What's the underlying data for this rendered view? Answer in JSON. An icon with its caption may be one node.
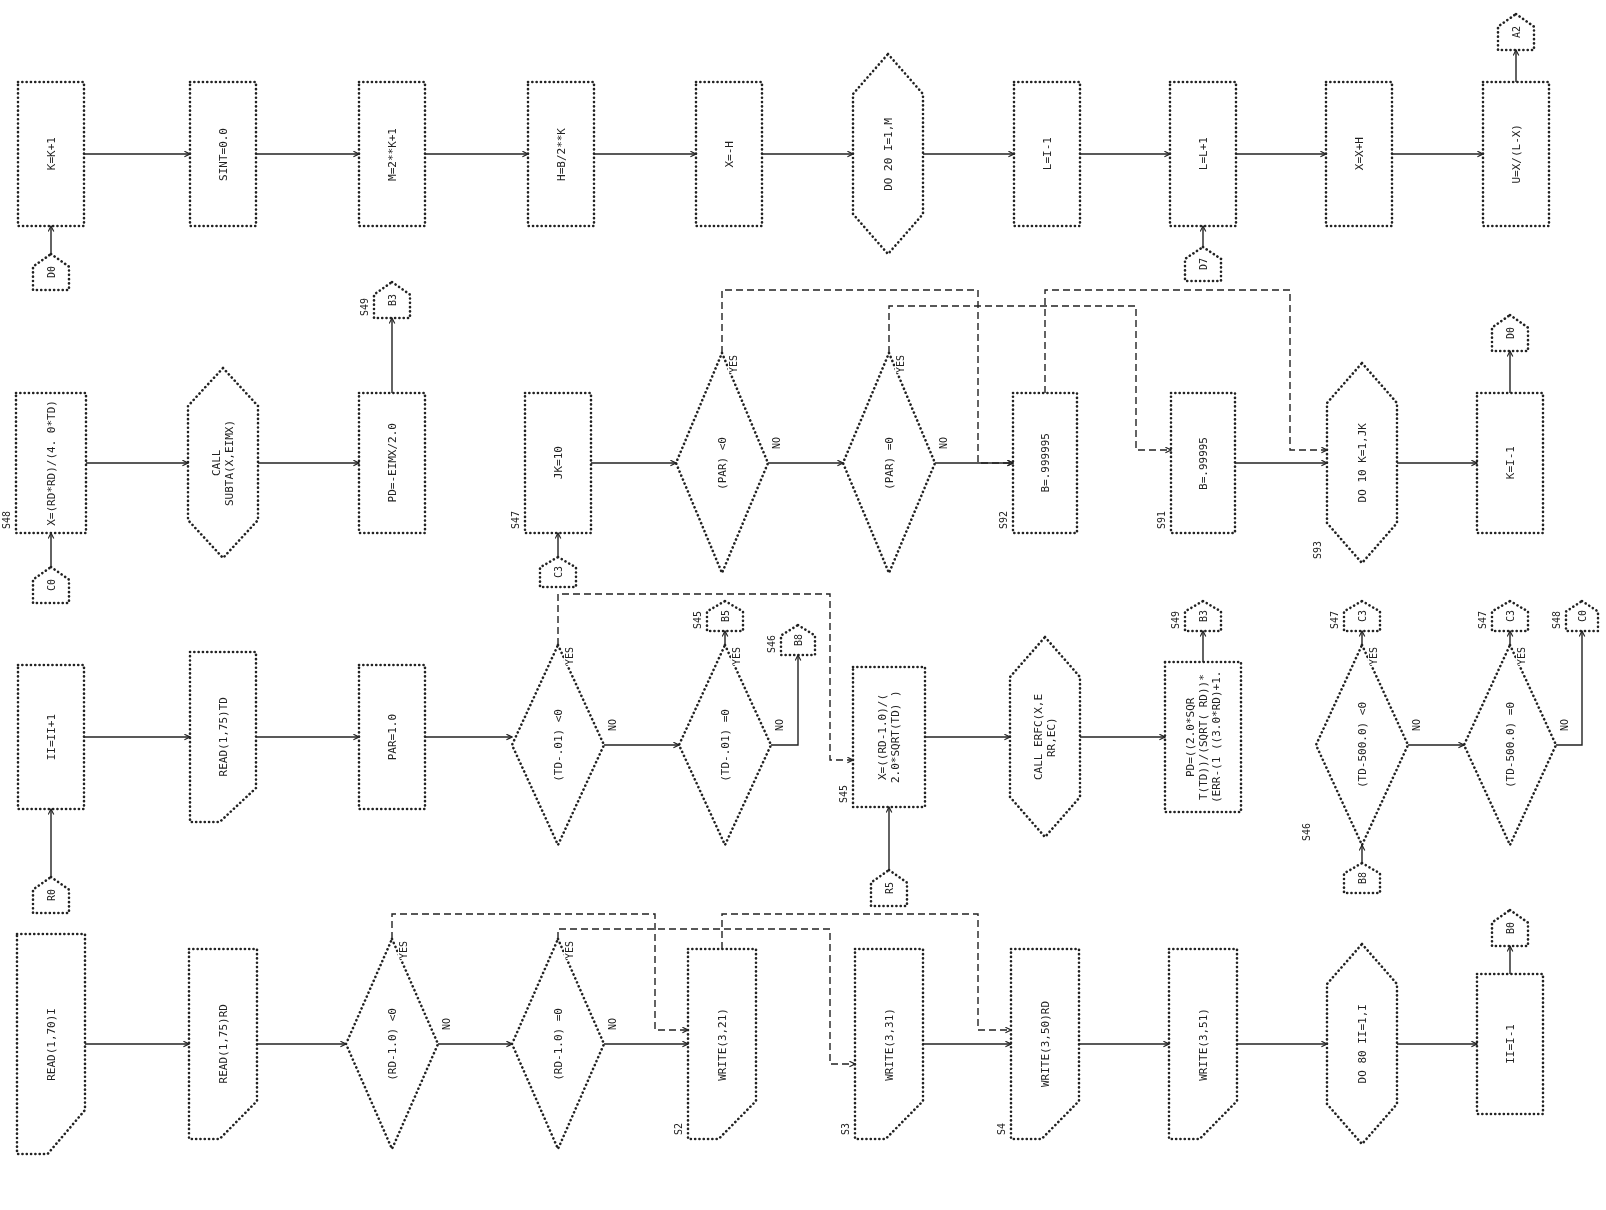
{
  "diagram": {
    "nodes": [
      {
        "text": [
          "D0"
        ]
      },
      {
        "text": [
          "K=K+1"
        ]
      },
      {
        "text": [
          "SINT=0.0"
        ]
      },
      {
        "text": [
          "M=2**K+1"
        ]
      },
      {
        "text": [
          "H=B/2**K"
        ]
      },
      {
        "text": [
          "X=-H"
        ]
      },
      {
        "text": [
          "DO 20 I=1,M"
        ]
      },
      {
        "text": [
          "L=I-1"
        ]
      },
      {
        "text": [
          "L=L+1"
        ]
      },
      {
        "text": [
          "X=X+H"
        ]
      },
      {
        "text": [
          "U=X/(L-X)"
        ]
      },
      {
        "text": [
          "A2"
        ]
      },
      {
        "text": [
          "D7"
        ]
      },
      {
        "text": [
          "C0"
        ]
      },
      {
        "text": [
          "X=(RD*RD)/(4. 0*TD)"
        ],
        "beside": [
          "S48"
        ]
      },
      {
        "text": [
          "CALL SUBTA(X,EIMX)"
        ]
      },
      {
        "text": [
          "PD=-EIMX/2.0"
        ]
      },
      {
        "text": [
          "B3"
        ],
        "beside": [
          "S49"
        ]
      },
      {
        "text": [
          "C3"
        ]
      },
      {
        "text": [
          "JK=10"
        ],
        "beside": [
          "S47"
        ]
      },
      {
        "text": [
          "(PAR) <0"
        ]
      },
      {
        "text": [
          "(PAR) =0"
        ]
      },
      {
        "text": [
          "B=.999995"
        ],
        "beside": [
          "S92"
        ]
      },
      {
        "text": [
          "B=.99995"
        ],
        "beside": [
          "S91"
        ]
      },
      {
        "text": [
          "DO 10 K=1,JK"
        ],
        "beside": [
          "S93"
        ]
      },
      {
        "text": [
          "K=I-1"
        ]
      },
      {
        "text": [
          "D0"
        ]
      },
      {
        "text": [
          "R0"
        ]
      },
      {
        "text": [
          "II=II+1"
        ]
      },
      {
        "text": [
          "READ(1,75)TD"
        ]
      },
      {
        "text": [
          "PAR=1.0"
        ]
      },
      {
        "text": [
          "(TD-.01) <0"
        ]
      },
      {
        "text": [
          "(TD-.01) =0"
        ]
      },
      {
        "text": [
          "B5"
        ],
        "beside": [
          "S45"
        ]
      },
      {
        "text": [
          "B8"
        ],
        "beside": [
          "S46"
        ]
      },
      {
        "text": [
          "X=((RD-1.0)/( 2.0*SQRT(TD) )"
        ],
        "beside": [
          "S45"
        ]
      },
      {
        "text": [
          "R5"
        ]
      },
      {
        "text": [
          "CALL ERFC(X,E RR,EC)"
        ]
      },
      {
        "text": [
          "PD=((2.0*SQR T(TD))/(SQRT( RD))*(ERR-(1 ((3.0*RD)+1."
        ]
      },
      {
        "text": [
          "B3"
        ],
        "beside": [
          "S49"
        ]
      },
      {
        "text": [
          "B8"
        ]
      },
      {
        "text": [
          "(TD-500.0) <0"
        ],
        "beside": [
          "S46"
        ]
      },
      {
        "text": [
          "C3"
        ],
        "beside": [
          "S47"
        ]
      },
      {
        "text": [
          "(TD-500.0) =0"
        ]
      },
      {
        "text": [
          "C3"
        ],
        "beside": [
          "S47"
        ]
      },
      {
        "text": [
          "C0"
        ],
        "beside": [
          "S48"
        ]
      },
      {
        "text": [
          "READ(1,70)I"
        ]
      },
      {
        "text": [
          "READ(1,75)RD"
        ]
      },
      {
        "text": [
          "(RD-1.0) <0"
        ]
      },
      {
        "text": [
          "(RD-1.0) =0"
        ]
      },
      {
        "text": [
          "WRITE(3,21)"
        ],
        "beside": [
          "S2"
        ]
      },
      {
        "text": [
          "WRITE(3,31)"
        ],
        "beside": [
          "S3"
        ]
      },
      {
        "text": [
          "WRITE(3,50)RD"
        ],
        "beside": [
          "S4"
        ]
      },
      {
        "text": [
          "WRITE(3,51)"
        ]
      },
      {
        "text": [
          "DO 80 II=1,I"
        ]
      },
      {
        "text": [
          "II=I-1"
        ]
      },
      {
        "text": [
          "B0"
        ]
      }
    ],
    "edges": [
      {
        "from": 0,
        "to": 1,
        "arrow": "to"
      },
      {
        "from": 1,
        "to": 2,
        "arrow": "to"
      },
      {
        "from": 2,
        "to": 3,
        "arrow": "to"
      },
      {
        "from": 3,
        "to": 4,
        "arrow": "to"
      },
      {
        "from": 4,
        "to": 5,
        "arrow": "to"
      },
      {
        "from": 5,
        "to": 6,
        "arrow": "to"
      },
      {
        "from": 6,
        "to": 7,
        "arrow": "to"
      },
      {
        "from": 7,
        "to": 8,
        "arrow": "to"
      },
      {
        "from": 8,
        "to": 9,
        "arrow": "to"
      },
      {
        "from": 9,
        "to": 10,
        "arrow": "to"
      },
      {
        "from": 10,
        "to": 11,
        "arrow": "to"
      },
      {
        "from": 12,
        "to": 8,
        "arrow": "to"
      },
      {
        "from": 13,
        "to": 14,
        "arrow": "to"
      },
      {
        "from": 14,
        "to": 15,
        "arrow": "to"
      },
      {
        "from": 15,
        "to": 16,
        "arrow": "to"
      },
      {
        "from": 16,
        "to": 17,
        "arrow": "to"
      },
      {
        "from": 18,
        "to": 19,
        "arrow": "to"
      },
      {
        "from": 19,
        "to": 20,
        "arrow": "to"
      },
      {
        "from": 20,
        "to": 21,
        "arrow": "to",
        "label": "NO"
      },
      {
        "from": 20,
        "to": 22,
        "arrow": "to",
        "label": "YES",
        "style": "dashed"
      },
      {
        "from": 21,
        "to": 22,
        "arrow": "to",
        "label": "NO"
      },
      {
        "from": 21,
        "to": 23,
        "arrow": "to",
        "label": "YES",
        "style": "dashed"
      },
      {
        "from": 22,
        "to": 24,
        "arrow": "to",
        "style": "dashed"
      },
      {
        "from": 23,
        "to": 24,
        "arrow": "to"
      },
      {
        "from": 24,
        "to": 25,
        "arrow": "to"
      },
      {
        "from": 25,
        "to": 26,
        "arrow": "to"
      },
      {
        "from": 27,
        "to": 28,
        "arrow": "to"
      },
      {
        "from": 28,
        "to": 29,
        "arrow": "to"
      },
      {
        "from": 29,
        "to": 30,
        "arrow": "to"
      },
      {
        "from": 30,
        "to": 31,
        "arrow": "to"
      },
      {
        "from": 31,
        "to": 32,
        "arrow": "to",
        "label": "NO"
      },
      {
        "from": 31,
        "to": 35,
        "arrow": "to",
        "label": "YES",
        "style": "dashed"
      },
      {
        "from": 32,
        "to": 33,
        "arrow": "to",
        "label": "YES"
      },
      {
        "from": 32,
        "to": 34,
        "arrow": "to",
        "label": "NO"
      },
      {
        "from": 36,
        "to": 35,
        "arrow": "to"
      },
      {
        "from": 35,
        "to": 37,
        "arrow": "to"
      },
      {
        "from": 37,
        "to": 38,
        "arrow": "to"
      },
      {
        "from": 38,
        "to": 39,
        "arrow": "to"
      },
      {
        "from": 40,
        "to": 41,
        "arrow": "to"
      },
      {
        "from": 41,
        "to": 42,
        "arrow": "to",
        "label": "YES"
      },
      {
        "from": 41,
        "to": 43,
        "arrow": "to",
        "label": "NO"
      },
      {
        "from": 43,
        "to": 44,
        "arrow": "to",
        "label": "YES"
      },
      {
        "from": 43,
        "to": 45,
        "arrow": "to",
        "label": "NO"
      },
      {
        "from": 46,
        "to": 47,
        "arrow": "to"
      },
      {
        "from": 47,
        "to": 48,
        "arrow": "to"
      },
      {
        "from": 48,
        "to": 49,
        "arrow": "to",
        "label": "NO"
      },
      {
        "from": 48,
        "to": 50,
        "arrow": "to",
        "label": "YES",
        "style": "dashed"
      },
      {
        "from": 49,
        "to": 50,
        "arrow": "to",
        "label": "NO"
      },
      {
        "from": 49,
        "to": 51,
        "arrow": "to",
        "label": "YES",
        "style": "dashed"
      },
      {
        "from": 50,
        "to": 52,
        "arrow": "to",
        "style": "dashed"
      },
      {
        "from": 51,
        "to": 52,
        "arrow": "to"
      },
      {
        "from": 52,
        "to": 53,
        "arrow": "to"
      },
      {
        "from": 53,
        "to": 54,
        "arrow": "to"
      },
      {
        "from": 54,
        "to": 55,
        "arrow": "to"
      },
      {
        "from": 55,
        "to": 56,
        "arrow": "to"
      }
    ]
  }
}
